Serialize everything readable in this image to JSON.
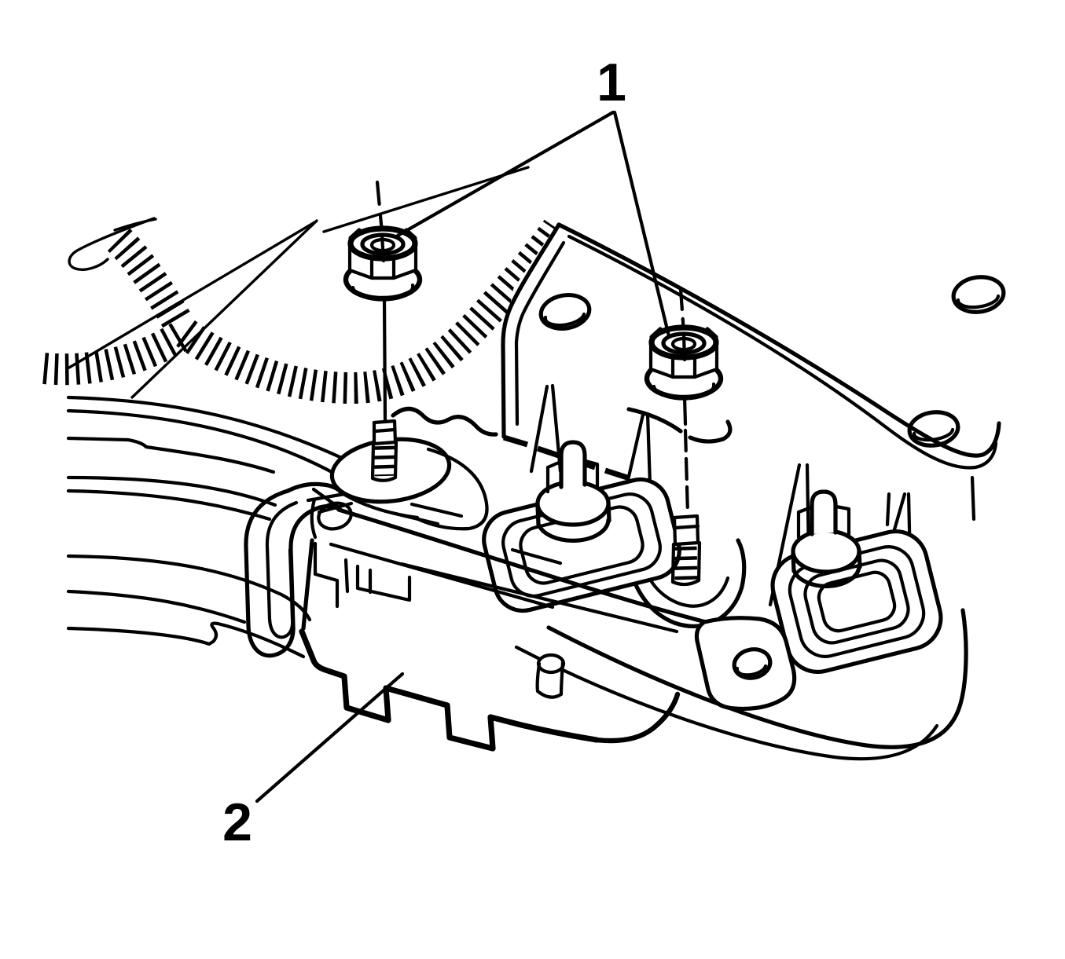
{
  "figure": {
    "kind": "technical line illustration",
    "colors": {
      "ink": "#000000",
      "paper": "#ffffff"
    }
  },
  "callouts": [
    {
      "label": "1"
    },
    {
      "label": "2"
    }
  ]
}
